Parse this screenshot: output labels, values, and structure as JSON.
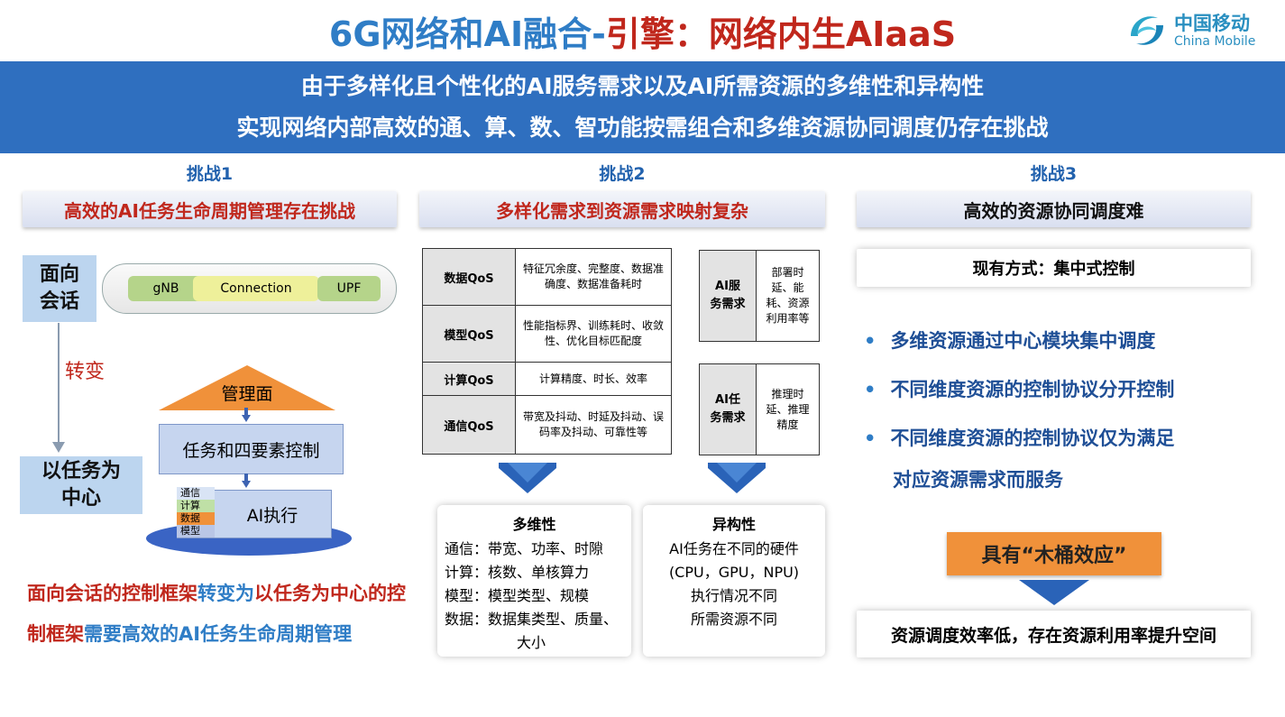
{
  "title": {
    "part_blue": "6G网络和AI融合-",
    "part_red": "引擎：网络内生AIaaS"
  },
  "logo": {
    "cn": "中国移动",
    "en": "China Mobile"
  },
  "banner": {
    "line1": "由于多样化且个性化的AI服务需求以及AI所需资源的多维性和异构性",
    "line2": "实现网络内部高效的通、算、数、智功能按需组合和多维资源协同调度仍存在挑战"
  },
  "challenge1": {
    "heading": "挑战1",
    "bar": "高效的AI任务生命周期管理存在挑战",
    "session_box": "面向会话",
    "session_line1": "面向",
    "session_line2": "会话",
    "gnb": "gNB",
    "connection": "Connection",
    "upf": "UPF",
    "transform": "转变",
    "task_line1": "以任务为",
    "task_line2": "中心",
    "mgmt": "管理面",
    "four_elem": "任务和四要素控制",
    "ai_exec": "AI执行",
    "stack": [
      "通信",
      "计算",
      "数据",
      "模型"
    ],
    "summary_red1": "面向会话的控制框架",
    "summary_blue1": "转变为",
    "summary_red2": "以任务为中心的控制框架",
    "summary_blue2": "需要高效的AI任务生命周期管理"
  },
  "challenge2": {
    "heading": "挑战2",
    "bar": "多样化需求到资源需求映射复杂",
    "qos": [
      {
        "k": "数据QoS",
        "v": "特征冗余度、完整度、数据准确度、数据准备耗时"
      },
      {
        "k": "模型QoS",
        "v": "性能指标界、训练耗时、收敛性、优化目标匹配度"
      },
      {
        "k": "计算QoS",
        "v": "计算精度、时长、效率"
      },
      {
        "k": "通信QoS",
        "v": "带宽及抖动、时延及抖动、误码率及抖动、可靠性等"
      }
    ],
    "svc_req_k1": "AI服",
    "svc_req_k2": "务需求",
    "svc_req_v": "部署时延、能耗、资源利用率等",
    "task_req_k1": "AI任",
    "task_req_k2": "务需求",
    "task_req_v": "推理时延、推理精度",
    "multi": {
      "title": "多维性",
      "lines": [
        "通信：带宽、功率、时隙",
        "计算：核数、单核算力",
        "模型：模型类型、规模",
        "数据：数据集类型、质量、",
        "大小"
      ]
    },
    "hetero": {
      "title": "异构性",
      "lines": [
        "AI任务在不同的硬件",
        "(CPU，GPU，NPU)",
        "执行情况不同",
        "所需资源不同"
      ]
    }
  },
  "challenge3": {
    "heading": "挑战3",
    "bar": "高效的资源协同调度难",
    "current": "现有方式：集中式控制",
    "bullets": [
      "多维资源通过中心模块集中调度",
      "不同维度资源的控制协议分开控制",
      "不同维度资源的控制协议仅为满足",
      "对应资源需求而服务"
    ],
    "barrel": "具有“木桶效应”",
    "conclusion": "资源调度效率低，存在资源利用率提升空间"
  },
  "colors": {
    "blue": "#2f7dc6",
    "red": "#c0271c",
    "banner": "#2f6fbf",
    "orange": "#f0913a",
    "lightblue": "#bcd5ef"
  }
}
